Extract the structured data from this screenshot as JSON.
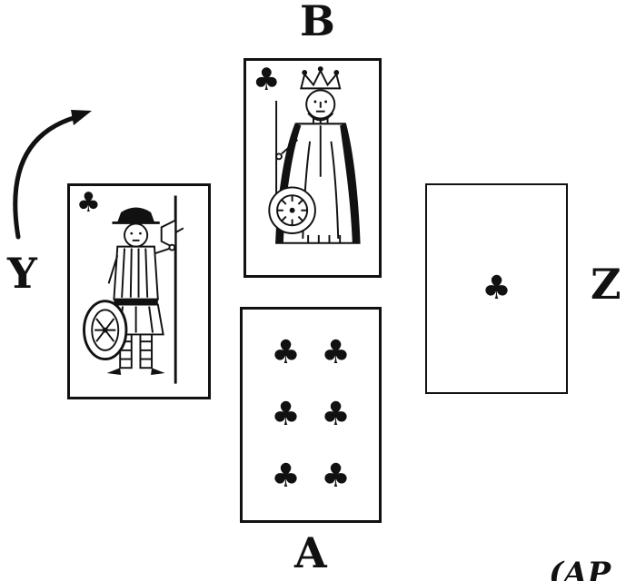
{
  "page": {
    "background": "#ffffff",
    "ink": "#111111"
  },
  "labels": {
    "top": "B",
    "left": "Y",
    "right": "Z",
    "bottom": "A"
  },
  "cards": {
    "top": {
      "seat": "B",
      "rank": "King",
      "suit": "Clubs",
      "symbol": "♣"
    },
    "left": {
      "seat": "Y",
      "rank": "Jack",
      "suit": "Clubs",
      "symbol": "♣"
    },
    "right": {
      "seat": "Z",
      "rank": "Ace",
      "suit": "Clubs",
      "symbol": "♣"
    },
    "bottom": {
      "seat": "A",
      "rank": "Six",
      "suit": "Clubs",
      "symbol": "♣",
      "pip_count": 6
    }
  },
  "arrow": {
    "from_seat": "Y",
    "to_seat": "B",
    "shape": "curved-up-right"
  },
  "caption_fragment": "(AP"
}
